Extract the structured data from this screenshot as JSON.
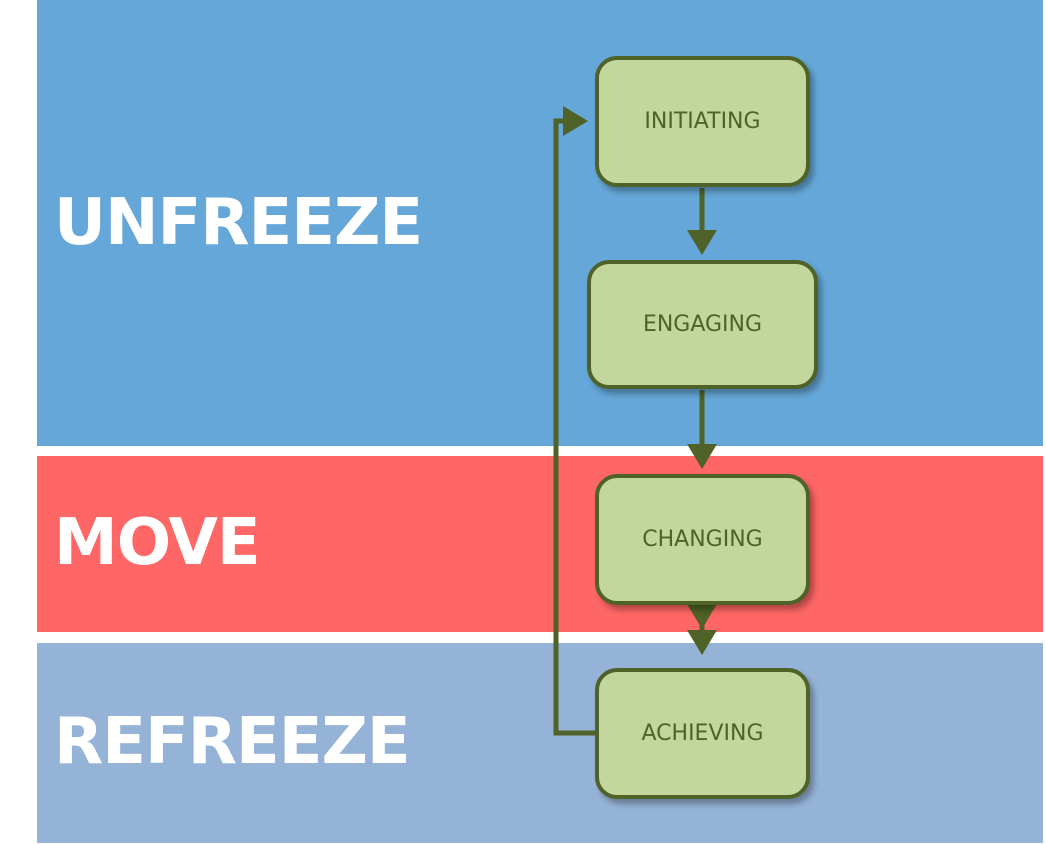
{
  "stages": [
    {
      "label": "UNFREEZE",
      "color": "#65A7D8"
    },
    {
      "label": "MOVE",
      "color": "#FF6666"
    },
    {
      "label": "REFREEZE",
      "color": "#95B3D7"
    }
  ],
  "steps": [
    "INITIATING",
    "ENGAGING",
    "CHANGING",
    "ACHIEVING"
  ],
  "colors": {
    "box_fill": "#C3D69B",
    "box_stroke": "#4F6228"
  }
}
